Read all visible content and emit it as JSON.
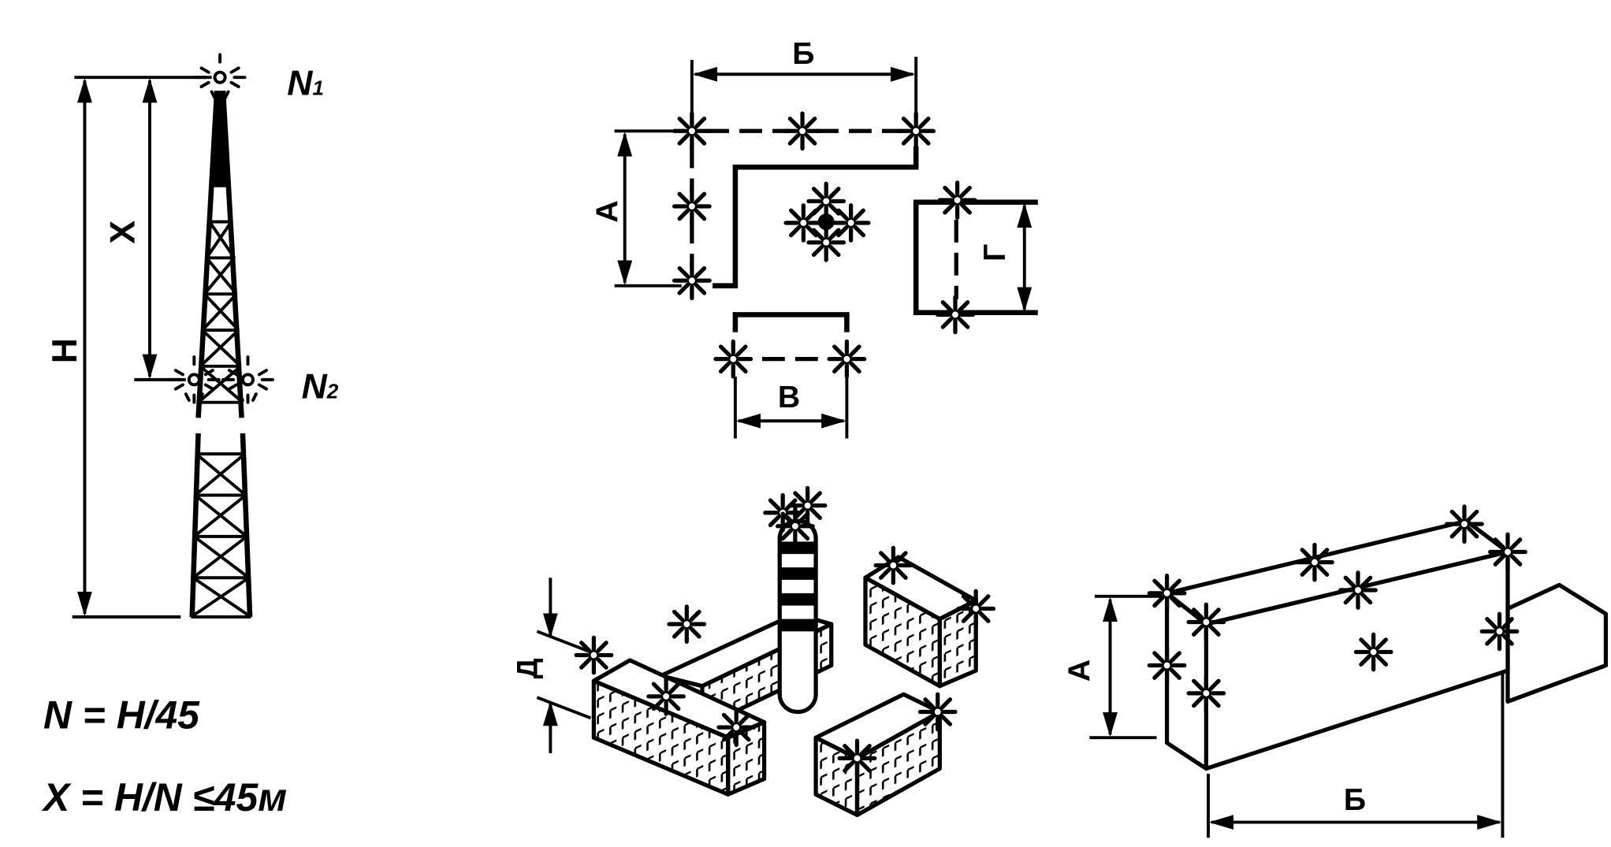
{
  "tower": {
    "light_top": {
      "letter": "N",
      "sub": "1"
    },
    "light_mid": {
      "letter": "N",
      "sub": "2"
    },
    "dim_x": "X",
    "dim_h": "H",
    "formula_1": "N = H/45",
    "formula_2": "X = H/N ≤45м"
  },
  "plan": {
    "dim_b": "Б",
    "dim_a": "А",
    "dim_v": "В",
    "dim_g": "Г"
  },
  "complex": {
    "dim_d": "Д"
  },
  "block": {
    "dim_a": "А",
    "dim_b": "Б"
  },
  "colors": {
    "ink": "#000000",
    "paper": "#ffffff"
  }
}
